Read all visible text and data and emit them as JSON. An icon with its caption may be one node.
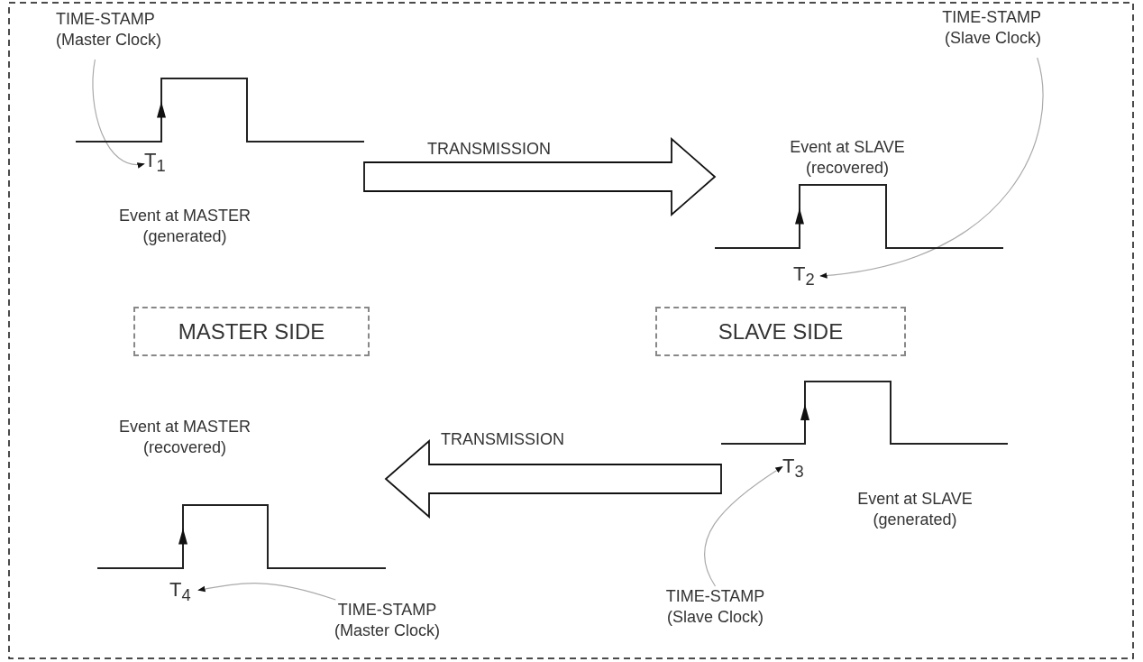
{
  "diagram": {
    "nodes": [
      {
        "text": [
          "TIME-STAMP (Master Clock)"
        ]
      },
      {
        "text": [
          "TIME-STAMP (Slave Clock)"
        ]
      },
      {
        "text": [],
        "shape": "picture"
      },
      {
        "text": [
          "T$_{1}$"
        ]
      },
      {
        "text": [],
        "shape": "picture",
        "beside": [
          "Event at SLAVE (recovered)"
        ]
      },
      {
        "text": [
          "T$_{2}$"
        ]
      },
      {
        "text": [
          "MASTER SIDE"
        ]
      },
      {
        "text": [
          "SLAVE SIDE"
        ]
      },
      {
        "text": [],
        "shape": "picture",
        "beside": [
          "Event at MASTER (recovered)"
        ]
      },
      {
        "text": [],
        "shape": "picture",
        "beside": [
          "Event at SLAVE (generated)"
        ]
      },
      {
        "text": [
          "T$_{3}$"
        ]
      },
      {
        "text": [
          "T$_{4}$"
        ]
      },
      {
        "text": [
          "TIME-STAMP (Master Clock)"
        ]
      },
      {
        "text": [
          "TIME-STAMP (Slave Clock)"
        ]
      }
    ],
    "edges": [
      {
        "from": 2,
        "to": 4,
        "arrow": "to",
        "label": "TRANSMISSION",
        "style": "thick"
      },
      {
        "from": 9,
        "to": 8,
        "arrow": "to",
        "label": "TRANSMISSION",
        "style": "thick"
      },
      {
        "from": 0,
        "to": 3,
        "arrow": "to"
      },
      {
        "from": 1,
        "to": 5,
        "arrow": "to"
      },
      {
        "from": 13,
        "to": 10,
        "arrow": "to"
      },
      {
        "from": 12,
        "to": 11,
        "arrow": "to"
      }
    ],
    "labels": [
      "Event at MASTER (generated)"
    ]
  }
}
